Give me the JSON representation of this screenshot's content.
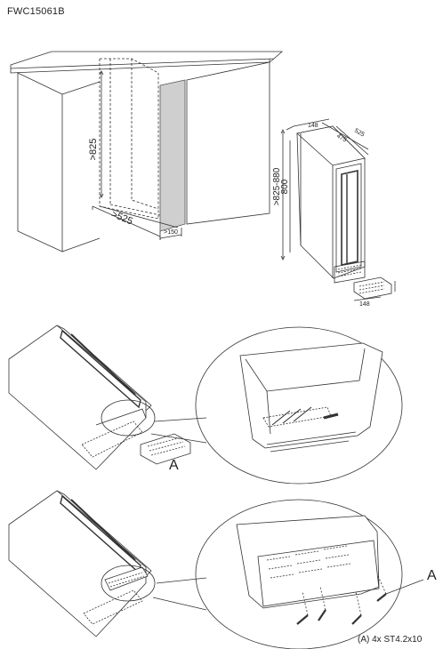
{
  "model": "FWC15061B",
  "fig1": {
    "height_min": ">825",
    "depth_min": ">525",
    "width_min": ">150"
  },
  "fig2": {
    "width": "148",
    "depth_top": "475",
    "depth_total": "525",
    "height_range": ">825-880",
    "height": "800",
    "kick_width": "148"
  },
  "labels": {
    "part_a_upper": "A",
    "part_a_lower": "A"
  },
  "footnote": "(A) 4x ST4.2x10"
}
